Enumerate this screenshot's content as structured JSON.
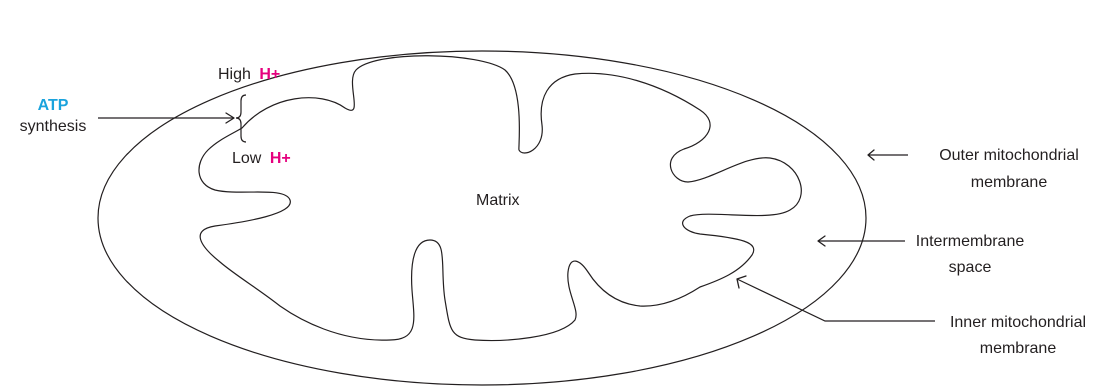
{
  "labels": {
    "atp": "ATP",
    "synthesis": "synthesis",
    "high": "High",
    "low": "Low",
    "h_plus": "H+",
    "matrix": "Matrix",
    "outer_line1": "Outer mitochondrial",
    "outer_line2": "membrane",
    "inter_line1": "Intermembrane",
    "inter_line2": "space",
    "inner_line1": "Inner mitochondrial",
    "inner_line2": "membrane"
  },
  "colors": {
    "atp": "#1aa3dd",
    "h_plus": "#e5007e",
    "lines": "#231f20"
  }
}
